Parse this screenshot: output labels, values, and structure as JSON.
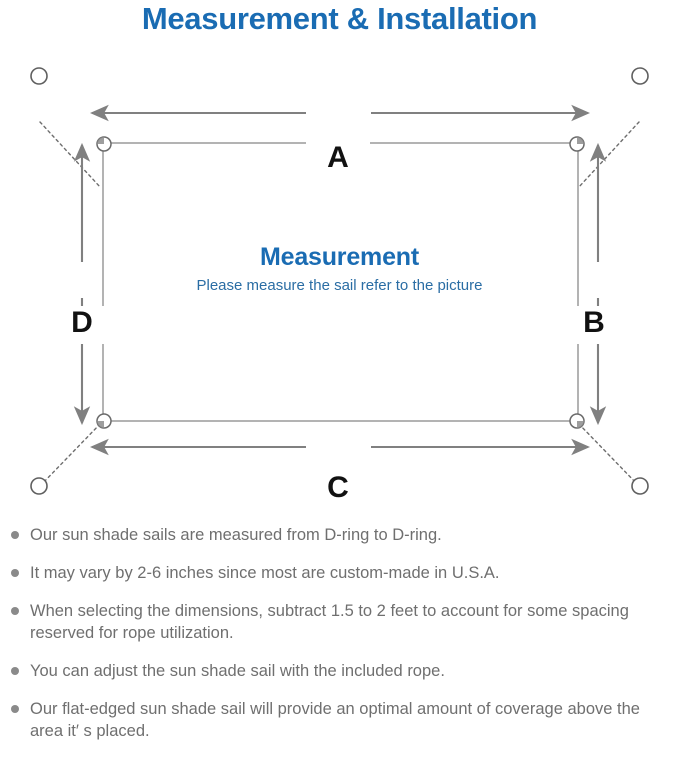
{
  "title": "Measurement & Installation",
  "colors": {
    "title_blue": "#1a6cb3",
    "subtitle_blue": "#2a6da4",
    "line_gray": "#808080",
    "sail_gray": "#9a9a9a",
    "text_gray": "#6f6f6f",
    "letter_black": "#111111"
  },
  "diagram": {
    "center_title": "Measurement",
    "center_subtitle": "Please measure the sail refer to the picture",
    "dimensions": {
      "top": "A",
      "right": "B",
      "bottom": "C",
      "left": "D"
    },
    "anchors": [
      {
        "name": "anchor-top-left"
      },
      {
        "name": "anchor-top-right"
      },
      {
        "name": "anchor-bottom-left"
      },
      {
        "name": "anchor-bottom-right"
      }
    ],
    "d_rings": [
      {
        "name": "d-ring-top-left"
      },
      {
        "name": "d-ring-top-right"
      },
      {
        "name": "d-ring-bottom-left"
      },
      {
        "name": "d-ring-bottom-right"
      }
    ]
  },
  "notes": [
    "Our sun shade sails are measured from D-ring to D-ring.",
    "It may vary by 2-6 inches since most are custom-made in U.S.A.",
    "When selecting the dimensions, subtract 1.5 to 2 feet to account for some spacing reserved for rope utilization.",
    "You can adjust the sun shade sail with the included rope.",
    "Our flat-edged sun shade sail will provide an optimal amount of coverage above the area it′ s placed."
  ]
}
